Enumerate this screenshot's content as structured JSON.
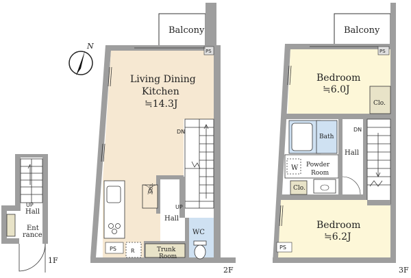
{
  "floors": {
    "f1": "1F",
    "f2": "2F",
    "f3": "3F"
  },
  "rooms": {
    "balcony_2f": "Balcony",
    "ldk_name_1": "Living Dining",
    "ldk_name_2": "Kitchen",
    "ldk_size": "≒14.3J",
    "wc": "WC",
    "trunk_1": "Trunk",
    "trunk_2": "Room",
    "hall_2f": "Hall",
    "sto": "Sto.",
    "up_2f": "UP",
    "dn_2f": "DN",
    "ps_2f_top": "PS",
    "ps_2f_bottom": "PS",
    "r_2f": "R",
    "balcony_3f": "Balcony",
    "bedroom_top": "Bedroom",
    "bedroom_top_size": "≒6.0J",
    "bedroom_bottom": "Bedroom",
    "bedroom_bottom_size": "≒6.2J",
    "clo_top": "Clo.",
    "clo_bottom": "Clo.",
    "bath": "Bath",
    "powder_1": "Powder",
    "powder_2": "Room",
    "w": "W",
    "hall_3f": "Hall",
    "dn_3f": "DN",
    "ps_3f_top": "PS",
    "ps_3f_bottom": "PS",
    "up_1f": "UP",
    "hall_1f": "Hall",
    "entrance_1": "Ent",
    "entrance_2": "rance"
  },
  "compass": {
    "north": "N"
  }
}
